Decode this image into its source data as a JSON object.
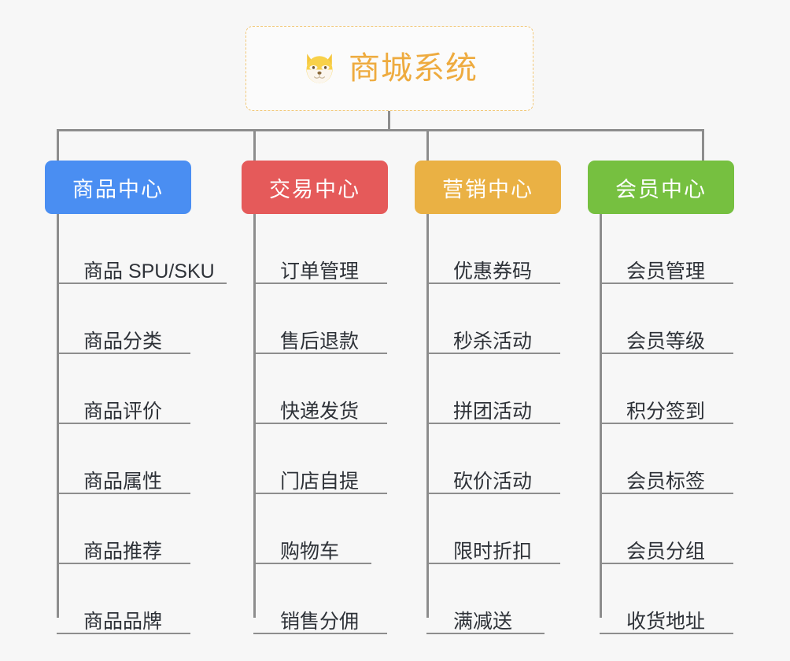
{
  "root": {
    "title": "商城系统",
    "icon": "dog-face-icon",
    "border_color": "#f2c879",
    "text_color": "#eeab3f"
  },
  "connector_color": "#8d8d8d",
  "background_color": "#f7f7f7",
  "categories": [
    {
      "label": "商品中心",
      "color": "#4a8ef2",
      "items": [
        {
          "label": "商品 SPU/SKU",
          "width": "wide"
        },
        {
          "label": "商品分类",
          "width": "norm"
        },
        {
          "label": "商品评价",
          "width": "norm"
        },
        {
          "label": "商品属性",
          "width": "norm"
        },
        {
          "label": "商品推荐",
          "width": "norm"
        },
        {
          "label": "商品品牌",
          "width": "norm"
        }
      ]
    },
    {
      "label": "交易中心",
      "color": "#e55a5a",
      "items": [
        {
          "label": "订单管理",
          "width": "norm"
        },
        {
          "label": "售后退款",
          "width": "norm"
        },
        {
          "label": "快递发货",
          "width": "norm"
        },
        {
          "label": "门店自提",
          "width": "norm"
        },
        {
          "label": "购物车",
          "width": "short"
        },
        {
          "label": "销售分佣",
          "width": "norm"
        }
      ]
    },
    {
      "label": "营销中心",
      "color": "#eab144",
      "items": [
        {
          "label": "优惠券码",
          "width": "norm"
        },
        {
          "label": "秒杀活动",
          "width": "norm"
        },
        {
          "label": "拼团活动",
          "width": "norm"
        },
        {
          "label": "砍价活动",
          "width": "norm"
        },
        {
          "label": "限时折扣",
          "width": "norm"
        },
        {
          "label": "满减送",
          "width": "short"
        }
      ]
    },
    {
      "label": "会员中心",
      "color": "#76c040",
      "items": [
        {
          "label": "会员管理",
          "width": "norm"
        },
        {
          "label": "会员等级",
          "width": "norm"
        },
        {
          "label": "积分签到",
          "width": "norm"
        },
        {
          "label": "会员标签",
          "width": "norm"
        },
        {
          "label": "会员分组",
          "width": "norm"
        },
        {
          "label": "收货地址",
          "width": "norm"
        }
      ]
    }
  ]
}
